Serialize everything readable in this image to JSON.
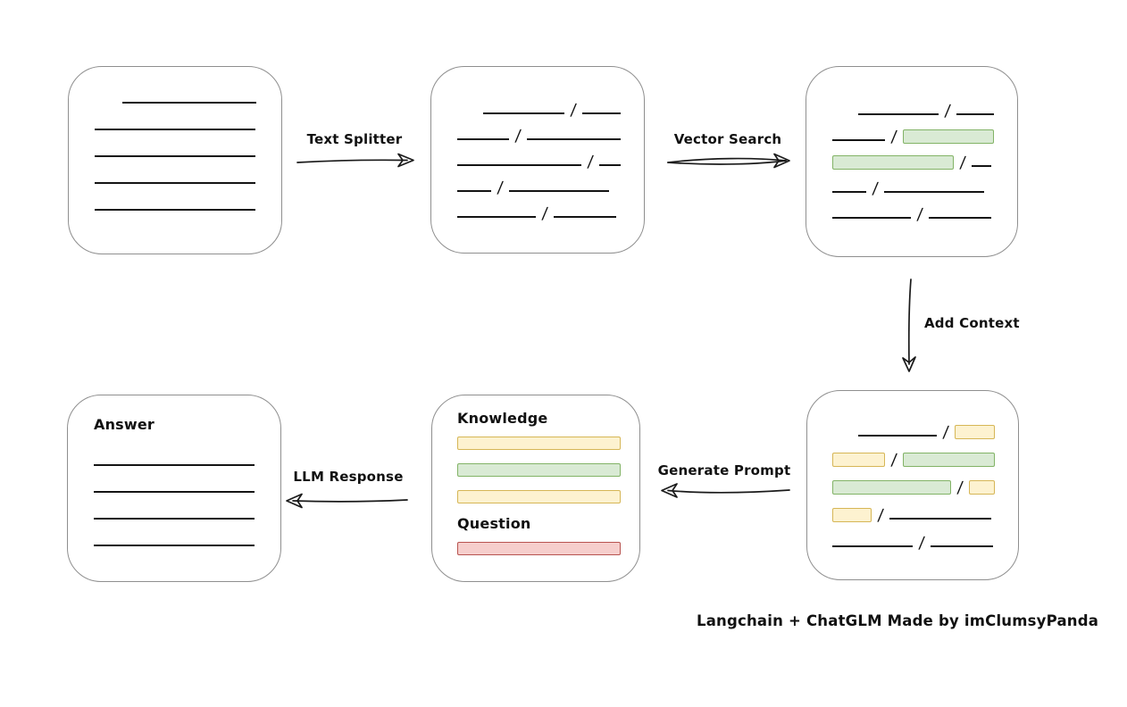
{
  "diagram": {
    "footer_credit": "Langchain + ChatGLM Made by imClumsyPanda",
    "arrow_labels": {
      "text_splitter": "Text Splitter",
      "vector_search": "Vector Search",
      "add_context": "Add Context",
      "generate_prompt": "Generate Prompt",
      "llm_response": "LLM Response"
    },
    "colors": {
      "green_fill": "#d9ead4",
      "green_border": "#82b366",
      "yellow_fill": "#fdf2d0",
      "yellow_border": "#d6b656",
      "red_fill": "#f6cecc",
      "red_border": "#b85450",
      "line": "#141414",
      "box_border": "#8f8f8f"
    },
    "boxes": {
      "source_document": {
        "rows": [
          {
            "indent": 31,
            "segments": [
              {
                "t": "line",
                "w": 150
              }
            ]
          },
          {
            "indent": 0,
            "segments": [
              {
                "t": "line",
                "w": 180
              }
            ]
          },
          {
            "indent": 0,
            "segments": [
              {
                "t": "line",
                "w": 180
              }
            ]
          },
          {
            "indent": 0,
            "segments": [
              {
                "t": "line",
                "w": 180
              }
            ]
          },
          {
            "indent": 0,
            "segments": [
              {
                "t": "line",
                "w": 180
              }
            ]
          }
        ]
      },
      "text_chunks": {
        "rows": [
          {
            "indent": 29,
            "segments": [
              {
                "t": "line",
                "w": 93
              },
              {
                "t": "slash"
              },
              {
                "t": "line",
                "w": 44
              }
            ]
          },
          {
            "indent": 0,
            "segments": [
              {
                "t": "line",
                "w": 62
              },
              {
                "t": "slash"
              },
              {
                "t": "line",
                "w": 112
              }
            ]
          },
          {
            "indent": 0,
            "segments": [
              {
                "t": "line",
                "w": 140
              },
              {
                "t": "slash"
              },
              {
                "t": "line",
                "w": 24
              }
            ]
          },
          {
            "indent": 0,
            "segments": [
              {
                "t": "line",
                "w": 38
              },
              {
                "t": "slash"
              },
              {
                "t": "line",
                "w": 112
              }
            ]
          },
          {
            "indent": 0,
            "segments": [
              {
                "t": "line",
                "w": 88
              },
              {
                "t": "slash"
              },
              {
                "t": "line",
                "w": 70
              }
            ]
          }
        ]
      },
      "matched_chunks": {
        "rows": [
          {
            "indent": 29,
            "segments": [
              {
                "t": "line",
                "w": 93
              },
              {
                "t": "slash"
              },
              {
                "t": "line",
                "w": 44
              }
            ]
          },
          {
            "indent": 0,
            "segments": [
              {
                "t": "line",
                "w": 62
              },
              {
                "t": "slash"
              },
              {
                "t": "green",
                "w": 104
              }
            ]
          },
          {
            "indent": 0,
            "segments": [
              {
                "t": "green",
                "w": 134
              },
              {
                "t": "slash"
              },
              {
                "t": "line",
                "w": 22
              }
            ]
          },
          {
            "indent": 0,
            "segments": [
              {
                "t": "line",
                "w": 38
              },
              {
                "t": "slash"
              },
              {
                "t": "line",
                "w": 112
              }
            ]
          },
          {
            "indent": 0,
            "segments": [
              {
                "t": "line",
                "w": 88
              },
              {
                "t": "slash"
              },
              {
                "t": "line",
                "w": 70
              }
            ]
          }
        ]
      },
      "context_chunks": {
        "rows": [
          {
            "indent": 29,
            "segments": [
              {
                "t": "line",
                "w": 93
              },
              {
                "t": "slash"
              },
              {
                "t": "yellow",
                "w": 46
              }
            ]
          },
          {
            "indent": 0,
            "segments": [
              {
                "t": "yellow",
                "w": 58
              },
              {
                "t": "slash"
              },
              {
                "t": "green",
                "w": 104
              }
            ]
          },
          {
            "indent": 0,
            "segments": [
              {
                "t": "green",
                "w": 134
              },
              {
                "t": "slash"
              },
              {
                "t": "yellow",
                "w": 28
              }
            ]
          },
          {
            "indent": 0,
            "segments": [
              {
                "t": "yellow",
                "w": 42
              },
              {
                "t": "slash"
              },
              {
                "t": "line",
                "w": 114
              }
            ]
          },
          {
            "indent": 0,
            "segments": [
              {
                "t": "line",
                "w": 90
              },
              {
                "t": "slash"
              },
              {
                "t": "line",
                "w": 70
              }
            ]
          }
        ]
      },
      "prompt": {
        "knowledge_label": "Knowledge",
        "question_label": "Question",
        "knowledge_bars": [
          "yellow",
          "green",
          "yellow"
        ],
        "question_bars": [
          "red"
        ]
      },
      "answer": {
        "label": "Answer",
        "rows": [
          {
            "indent": 0,
            "segments": [
              {
                "t": "line",
                "w": 180
              }
            ]
          },
          {
            "indent": 0,
            "segments": [
              {
                "t": "line",
                "w": 180
              }
            ]
          },
          {
            "indent": 0,
            "segments": [
              {
                "t": "line",
                "w": 180
              }
            ]
          },
          {
            "indent": 0,
            "segments": [
              {
                "t": "line",
                "w": 180
              }
            ]
          }
        ]
      }
    }
  }
}
